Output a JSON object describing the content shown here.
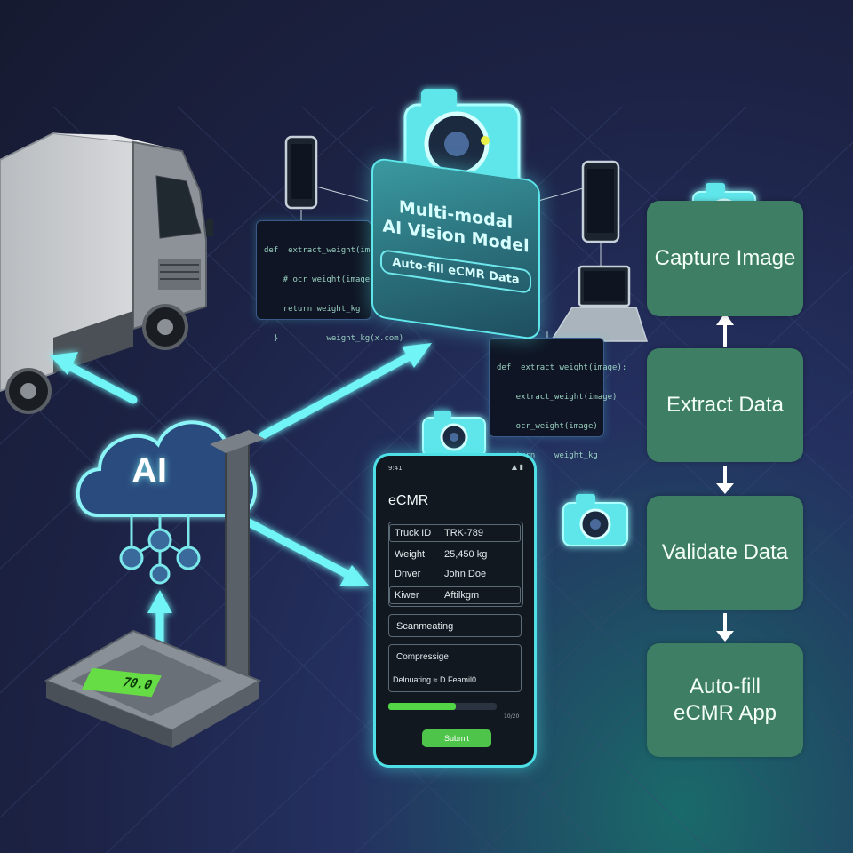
{
  "model": {
    "title_line1": "Multi-modal",
    "title_line2": "AI Vision Model",
    "subtitle": "Auto-fill eCMR Data"
  },
  "ai_cloud": {
    "label": "AI"
  },
  "scale": {
    "display": "70.0"
  },
  "code_snippets": {
    "left": [
      "def  extract_weight(image):",
      "    # ocr_weight(image)",
      "    return weight_kg",
      "  }          weight_kg(x.com)"
    ],
    "right": [
      "def  extract_weight(image):",
      "    extract_weight(image)",
      "    ocr_weight(image)",
      "  return    weight_kg"
    ]
  },
  "phone": {
    "status_time": "9:41",
    "title": "eCMR",
    "fields": [
      {
        "label": "Truck ID",
        "value": "TRK-789"
      },
      {
        "label": "Weight",
        "value": "25,450 kg"
      },
      {
        "label": "Driver",
        "value": "John Doe"
      },
      {
        "label": "Kiwer",
        "value": "Aftilkgm"
      }
    ],
    "section1": "Scanmeating",
    "section2": "Compressige",
    "section2_row": "Delnuating   ≈   D     Feamil0",
    "progress": 0.62,
    "progress_text": "10/20",
    "submit_label": "Submit"
  },
  "flow_steps": [
    {
      "label": "Capture Image"
    },
    {
      "label": "Extract Data"
    },
    {
      "label": "Validate Data"
    },
    {
      "label": "Auto-fill\neCMR App"
    }
  ],
  "colors": {
    "accent_cyan": "#5ee6ea",
    "step_green": "#3e7e64",
    "progress_green": "#52d646",
    "scale_lcd": "#66dd44"
  },
  "icons": [
    "truck-icon",
    "camera-icon",
    "smartphone-icon",
    "laptop-icon",
    "cloud-icon",
    "network-icon",
    "weighing-scale-icon",
    "arrow-icon"
  ]
}
